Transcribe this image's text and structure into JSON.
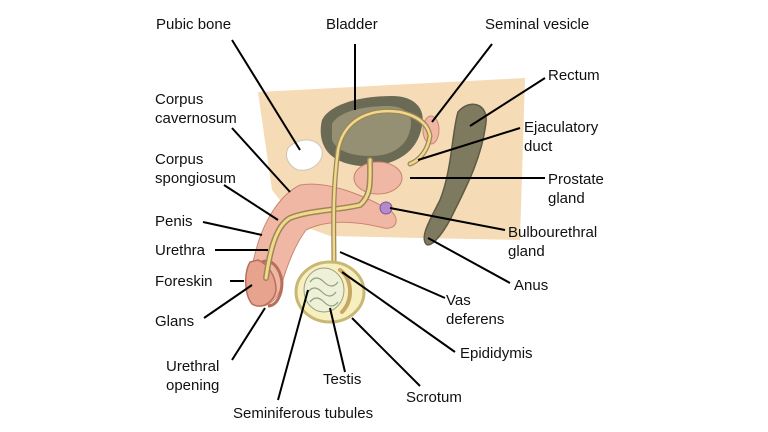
{
  "colors": {
    "skin": "#f6dbb7",
    "bladder_wall": "#6b6b55",
    "bladder_lumen": "#958f73",
    "pink_tissue": "#f1b7a5",
    "pink_dark": "#d9907c",
    "duct": "#f3d889",
    "duct_outline": "#9b875a",
    "rectum": "#7e7a5f",
    "gland_purple": "#b48acb",
    "testis_fill": "#f7efbf",
    "leader": "#000000"
  },
  "labels": {
    "pubic_bone": "Pubic bone",
    "bladder": "Bladder",
    "seminal_vesicle": "Seminal vesicle",
    "rectum": "Rectum",
    "corpus_cavernosum": [
      "Corpus",
      "cavernosum"
    ],
    "ejaculatory_duct": [
      "Ejaculatory",
      "duct"
    ],
    "corpus_spongiosum": [
      "Corpus",
      "spongiosum"
    ],
    "prostate_gland": [
      "Prostate",
      "gland"
    ],
    "penis": "Penis",
    "bulbourethral_gland": [
      "Bulbourethral",
      "gland"
    ],
    "urethra": "Urethra",
    "foreskin": "Foreskin",
    "anus": "Anus",
    "vas_deferens": [
      "Vas",
      "deferens"
    ],
    "glans": "Glans",
    "epididymis": "Epididymis",
    "urethral_opening": [
      "Urethral",
      "opening"
    ],
    "testis": "Testis",
    "scrotum": "Scrotum",
    "seminiferous_tubules": "Seminiferous tubules"
  }
}
